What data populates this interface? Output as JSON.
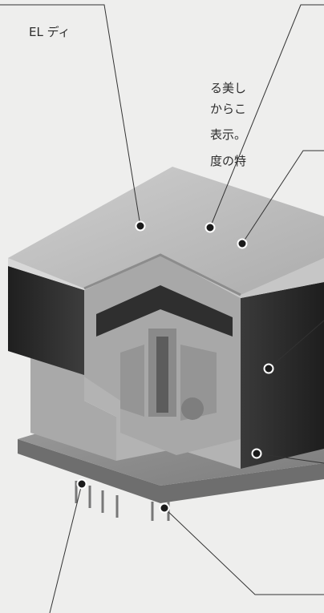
{
  "description_lines": [
    "EL ディ",
    "る美し",
    "からこ",
    "表示。",
    "度の特"
  ],
  "colors": {
    "background": "#eeeeed",
    "cap_top": "#bebebe",
    "housing_dark": "#2b2b2b",
    "section_cut": "#a8a8a8",
    "base_plate": "#8f8f8f",
    "leader_line": "#333333"
  },
  "callout_count": 7
}
